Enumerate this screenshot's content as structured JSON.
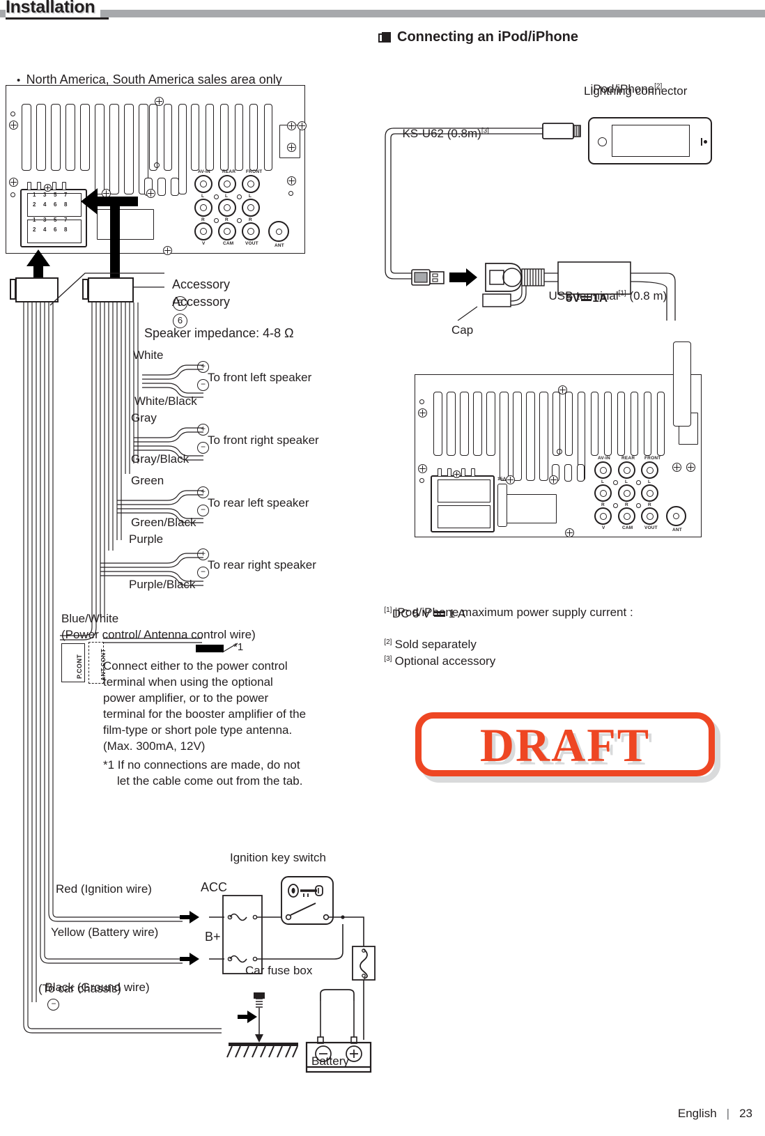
{
  "header": {
    "title": "Installation"
  },
  "left": {
    "bullet": "North America, South America sales area only",
    "unit_panel": {
      "jack_labels_top": [
        "AV-IN",
        "REAR",
        "FRONT"
      ],
      "row_labels": [
        "L",
        "L",
        "L",
        "R",
        "R",
        "R"
      ],
      "bottom_labels": [
        "V",
        "CAM",
        "VOUT"
      ],
      "ant_label": "ANT",
      "connector_pins_top": [
        "1",
        "3",
        "5",
        "7",
        "2",
        "4",
        "6",
        "8"
      ],
      "connector_pins_bottom": [
        "1",
        "3",
        "5",
        "7",
        "2",
        "4",
        "6",
        "8"
      ]
    },
    "accessory_5": "Accessory",
    "accessory_5_num": "5",
    "accessory_6": "Accessory",
    "accessory_6_num": "6",
    "speaker_impedance": "Speaker impedance: 4-8 Ω",
    "speakers": [
      {
        "wire": "White",
        "wire_neg": "White/Black",
        "target": "To front left speaker"
      },
      {
        "wire": "Gray",
        "wire_neg": "Gray/Black",
        "target": "To front right speaker"
      },
      {
        "wire": "Green",
        "wire_neg": "Green/Black",
        "target": "To rear left speaker"
      },
      {
        "wire": "Purple",
        "wire_neg": "Purple/Black",
        "target": "To rear right speaker"
      }
    ],
    "plus": "+",
    "minus": "−",
    "power_control": {
      "wire_name": "Blue/White",
      "wire_desc": "(Power control/ Antenna control wire)",
      "pcont_label": "P.CONT",
      "antcont_label": "ANT.CONT",
      "star_mark": "*1",
      "body_lines": [
        "Connect either to the power control",
        "terminal when using the optional",
        "power amplifier, or to the power",
        "terminal for the booster amplifier of the",
        "film-type or short pole type antenna.",
        "(Max. 300mA, 12V)"
      ],
      "note_line_1": "*1 If no connections are made, do not",
      "note_line_2": "let the cable come out from the tab."
    },
    "ignition": {
      "title": "Ignition key switch",
      "acc_label": "ACC",
      "bplus_label": "B+",
      "red_wire": "Red (Ignition wire)",
      "yellow_wire": "Yellow (Battery wire)",
      "black_wire": "Black (Ground wire)",
      "black_wire_2": "(To car chassis)",
      "car_fuse_box": "Car fuse box",
      "battery": "Battery",
      "battery_minus": "−",
      "battery_plus": "+"
    }
  },
  "right": {
    "section_title": "Connecting an iPod/iPhone",
    "cable_label": "KS-U62 (0.8m)",
    "cable_label_sup": "[3]",
    "ipod_label": "iPod/iPhone",
    "ipod_label_sup": "[2]",
    "lightning_label": "Lightning connector",
    "usb_terminal": "USB terminal",
    "usb_terminal_sup": "[1]",
    "usb_terminal_len": " (0.8 m)",
    "cap_label": "Cap",
    "power_rating": "5V",
    "power_rating_2": "1A",
    "fuse_label": "15A",
    "panel_jack_labels_top": [
      "AV-IN",
      "REAR",
      "FRONT"
    ],
    "panel_bottom_labels": [
      "V",
      "CAM",
      "VOUT"
    ],
    "panel_ant_label": "ANT",
    "footnotes": [
      {
        "mark": "[1]",
        "line1": "iPod/iPhone maximum power supply current :",
        "line2": "DC 5 V",
        "line2b": "1 A"
      },
      {
        "mark": "[2]",
        "line1": "Sold separately"
      },
      {
        "mark": "[3]",
        "line1": "Optional accessory"
      }
    ]
  },
  "watermark": {
    "text": "DRAFT",
    "color": "#ee4623"
  },
  "footer": {
    "language": "English",
    "separator": "|",
    "page": "23"
  }
}
